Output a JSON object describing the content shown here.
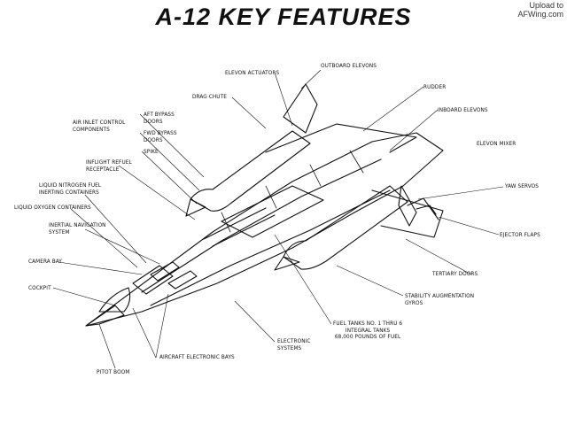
{
  "title": "A-12 KEY FEATURES",
  "watermark": {
    "line1": "Upload to",
    "line2": "AFWing.com"
  },
  "labels": {
    "elevon_actuators": "ELEVON ACTUATORS",
    "outboard_elevons": "OUTBOARD ELEVONS",
    "rudder": "RUDDER",
    "drag_chute": "DRAG CHUTE",
    "inboard_elevons": "INBOARD ELEVONS",
    "air_inlet_control": "AIR INLET CONTROL\nCOMPONENTS",
    "aft_bypass_doors": "AFT BYPASS\nDOORS",
    "fwd_bypass_doors": "FWD BYPASS\nDOORS",
    "spike": "SPIKE",
    "elevon_mixer": "ELEVON MIXER",
    "inflight_refuel": "INFLIGHT REFUEL\nRECEPTACLE",
    "liquid_nitrogen": "LIQUID NITROGEN FUEL\nINERTING CONTAINERS",
    "yaw_servos": "YAW SERVOS",
    "liquid_oxygen": "LIQUID OXYGEN CONTAINERS",
    "inertial_nav": "INERTIAL NAVIGATION\nSYSTEM",
    "ejector_flaps": "EJECTOR FLAPS",
    "camera_bay": "CAMERA BAY",
    "tertiary_doors": "TERTIARY DOORS",
    "cockpit": "COCKPIT",
    "stability_aug": "STABILITY AUGMENTATION\nGYROS",
    "fuel_tanks": "FUEL TANKS NO. 1 THRU 6\nINTEGRAL TANKS\n68,000 POUNDS OF FUEL",
    "electronic_systems": "ELECTRONIC\nSYSTEMS",
    "aircraft_electronic_bays": "AIRCRAFT ELECTRONIC BAYS",
    "pitot_boom": "PITOT BOOM"
  }
}
